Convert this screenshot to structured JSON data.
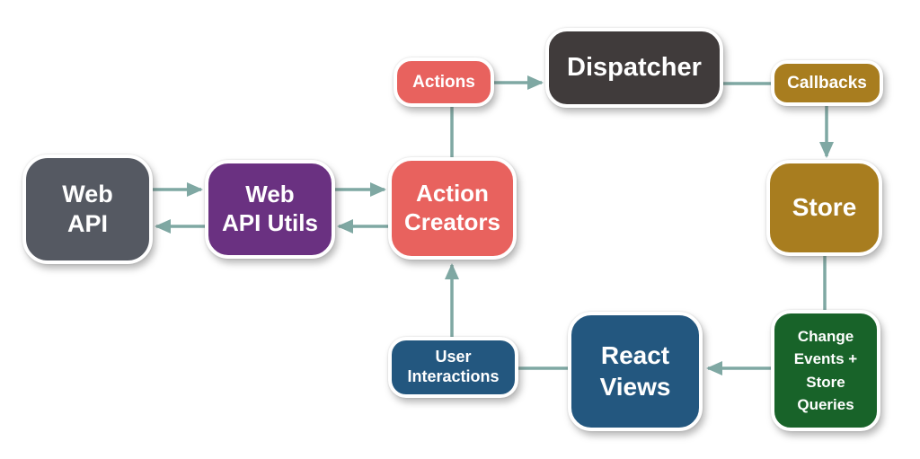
{
  "diagram_type": "flux-architecture-flow",
  "colors": {
    "slate": "#555962",
    "charcoal": "#403B3B",
    "purple": "#6A3181",
    "salmon": "#E8625E",
    "gold": "#A87D1F",
    "green": "#186329",
    "blue": "#23577F",
    "edge_line": "#7FA8A3",
    "canvas_bg": "#FFFFFF"
  },
  "nodes": {
    "web_api": {
      "label": "Web\nAPI",
      "color": "#555962"
    },
    "web_api_utils": {
      "label": "Web\nAPI Utils",
      "color": "#6A3181"
    },
    "action_creators": {
      "label": "Action\nCreators",
      "color": "#E8625E"
    },
    "actions": {
      "label": "Actions",
      "color": "#E8625E"
    },
    "dispatcher": {
      "label": "Dispatcher",
      "color": "#403B3B"
    },
    "callbacks": {
      "label": "Callbacks",
      "color": "#A87D1F"
    },
    "store": {
      "label": "Store",
      "color": "#A87D1F"
    },
    "change_events": {
      "label": "Change\nEvents +\nStore\nQueries",
      "color": "#186329"
    },
    "react_views": {
      "label": "React\nViews",
      "color": "#23577F"
    },
    "user_interactions": {
      "label": "User\nInteractions",
      "color": "#23577F"
    }
  },
  "edges": [
    {
      "from": "web_api",
      "to": "web_api_utils",
      "directed": true
    },
    {
      "from": "web_api_utils",
      "to": "web_api",
      "directed": true
    },
    {
      "from": "web_api_utils",
      "to": "action_creators",
      "directed": true
    },
    {
      "from": "action_creators",
      "to": "web_api_utils",
      "directed": true
    },
    {
      "from": "action_creators",
      "to": "actions",
      "directed": false
    },
    {
      "from": "actions",
      "to": "dispatcher",
      "directed": true
    },
    {
      "from": "dispatcher",
      "to": "callbacks",
      "directed": false
    },
    {
      "from": "callbacks",
      "to": "store",
      "directed": true
    },
    {
      "from": "store",
      "to": "change_events",
      "directed": false
    },
    {
      "from": "change_events",
      "to": "react_views",
      "directed": true
    },
    {
      "from": "react_views",
      "to": "user_interactions",
      "directed": false
    },
    {
      "from": "user_interactions",
      "to": "action_creators",
      "directed": true
    }
  ]
}
